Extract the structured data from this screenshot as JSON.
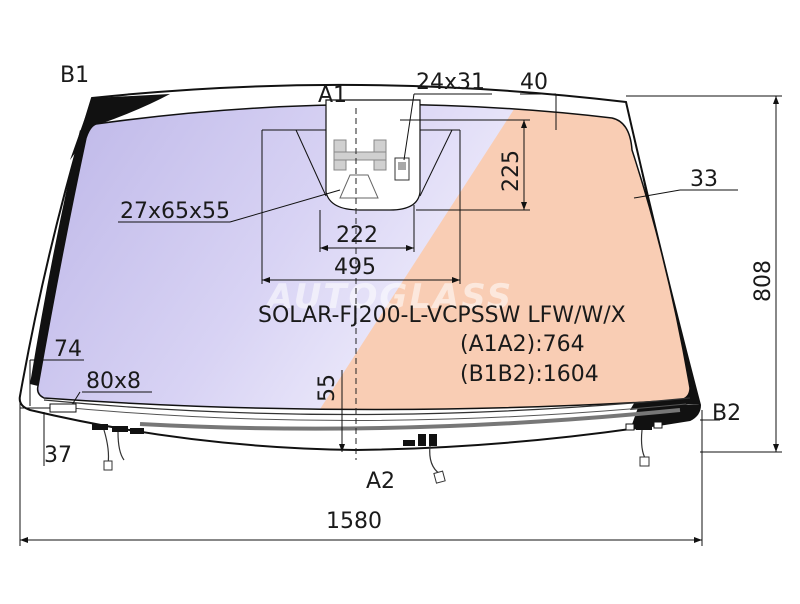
{
  "diagram": {
    "points": {
      "b1": "B1",
      "a1": "A1",
      "a2": "A2",
      "b2": "B2"
    },
    "dimensions": {
      "sensor_area": "24x31",
      "top_band": "40",
      "sensor_height": "225",
      "side_band": "33",
      "bracket_size": "27x65x55",
      "inner_width": "222",
      "outer_width": "495",
      "total_height": "808",
      "left_band": "74",
      "tag_size": "80x8",
      "bottom_band": "55",
      "left_offset": "37",
      "total_width": "1580"
    },
    "labels": {
      "part_code": "SOLAR-FJ200-L-VCPSSW LFW/W/X",
      "a1a2": "(A1A2):764",
      "b1b2": "(B1B2):1604"
    },
    "watermark": "AUTOGLASS"
  }
}
